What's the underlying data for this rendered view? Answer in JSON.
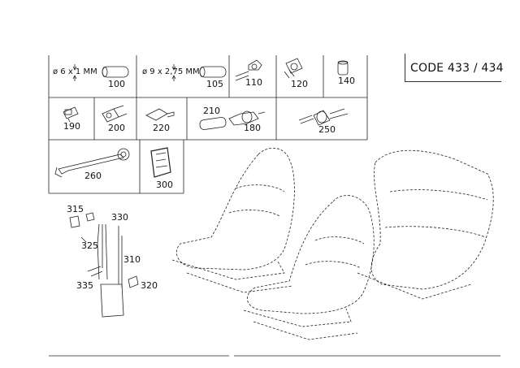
{
  "header": {
    "code": "CODE 433 / 434"
  },
  "parts_grid": {
    "dim_100": "ø 6 x 1 MM",
    "dim_105": "ø 9 x 2,75 MM",
    "labels": {
      "p100": "100",
      "p105": "105",
      "p110": "110",
      "p120": "120",
      "p140": "140",
      "p190": "190",
      "p200": "200",
      "p220": "220",
      "p210": "210",
      "p180": "180",
      "p250": "250",
      "p260": "260",
      "p300": "300"
    }
  },
  "wiring_group": {
    "labels": {
      "p315": "315",
      "p330": "330",
      "p325": "325",
      "p310": "310",
      "p335": "335",
      "p320": "320"
    }
  }
}
